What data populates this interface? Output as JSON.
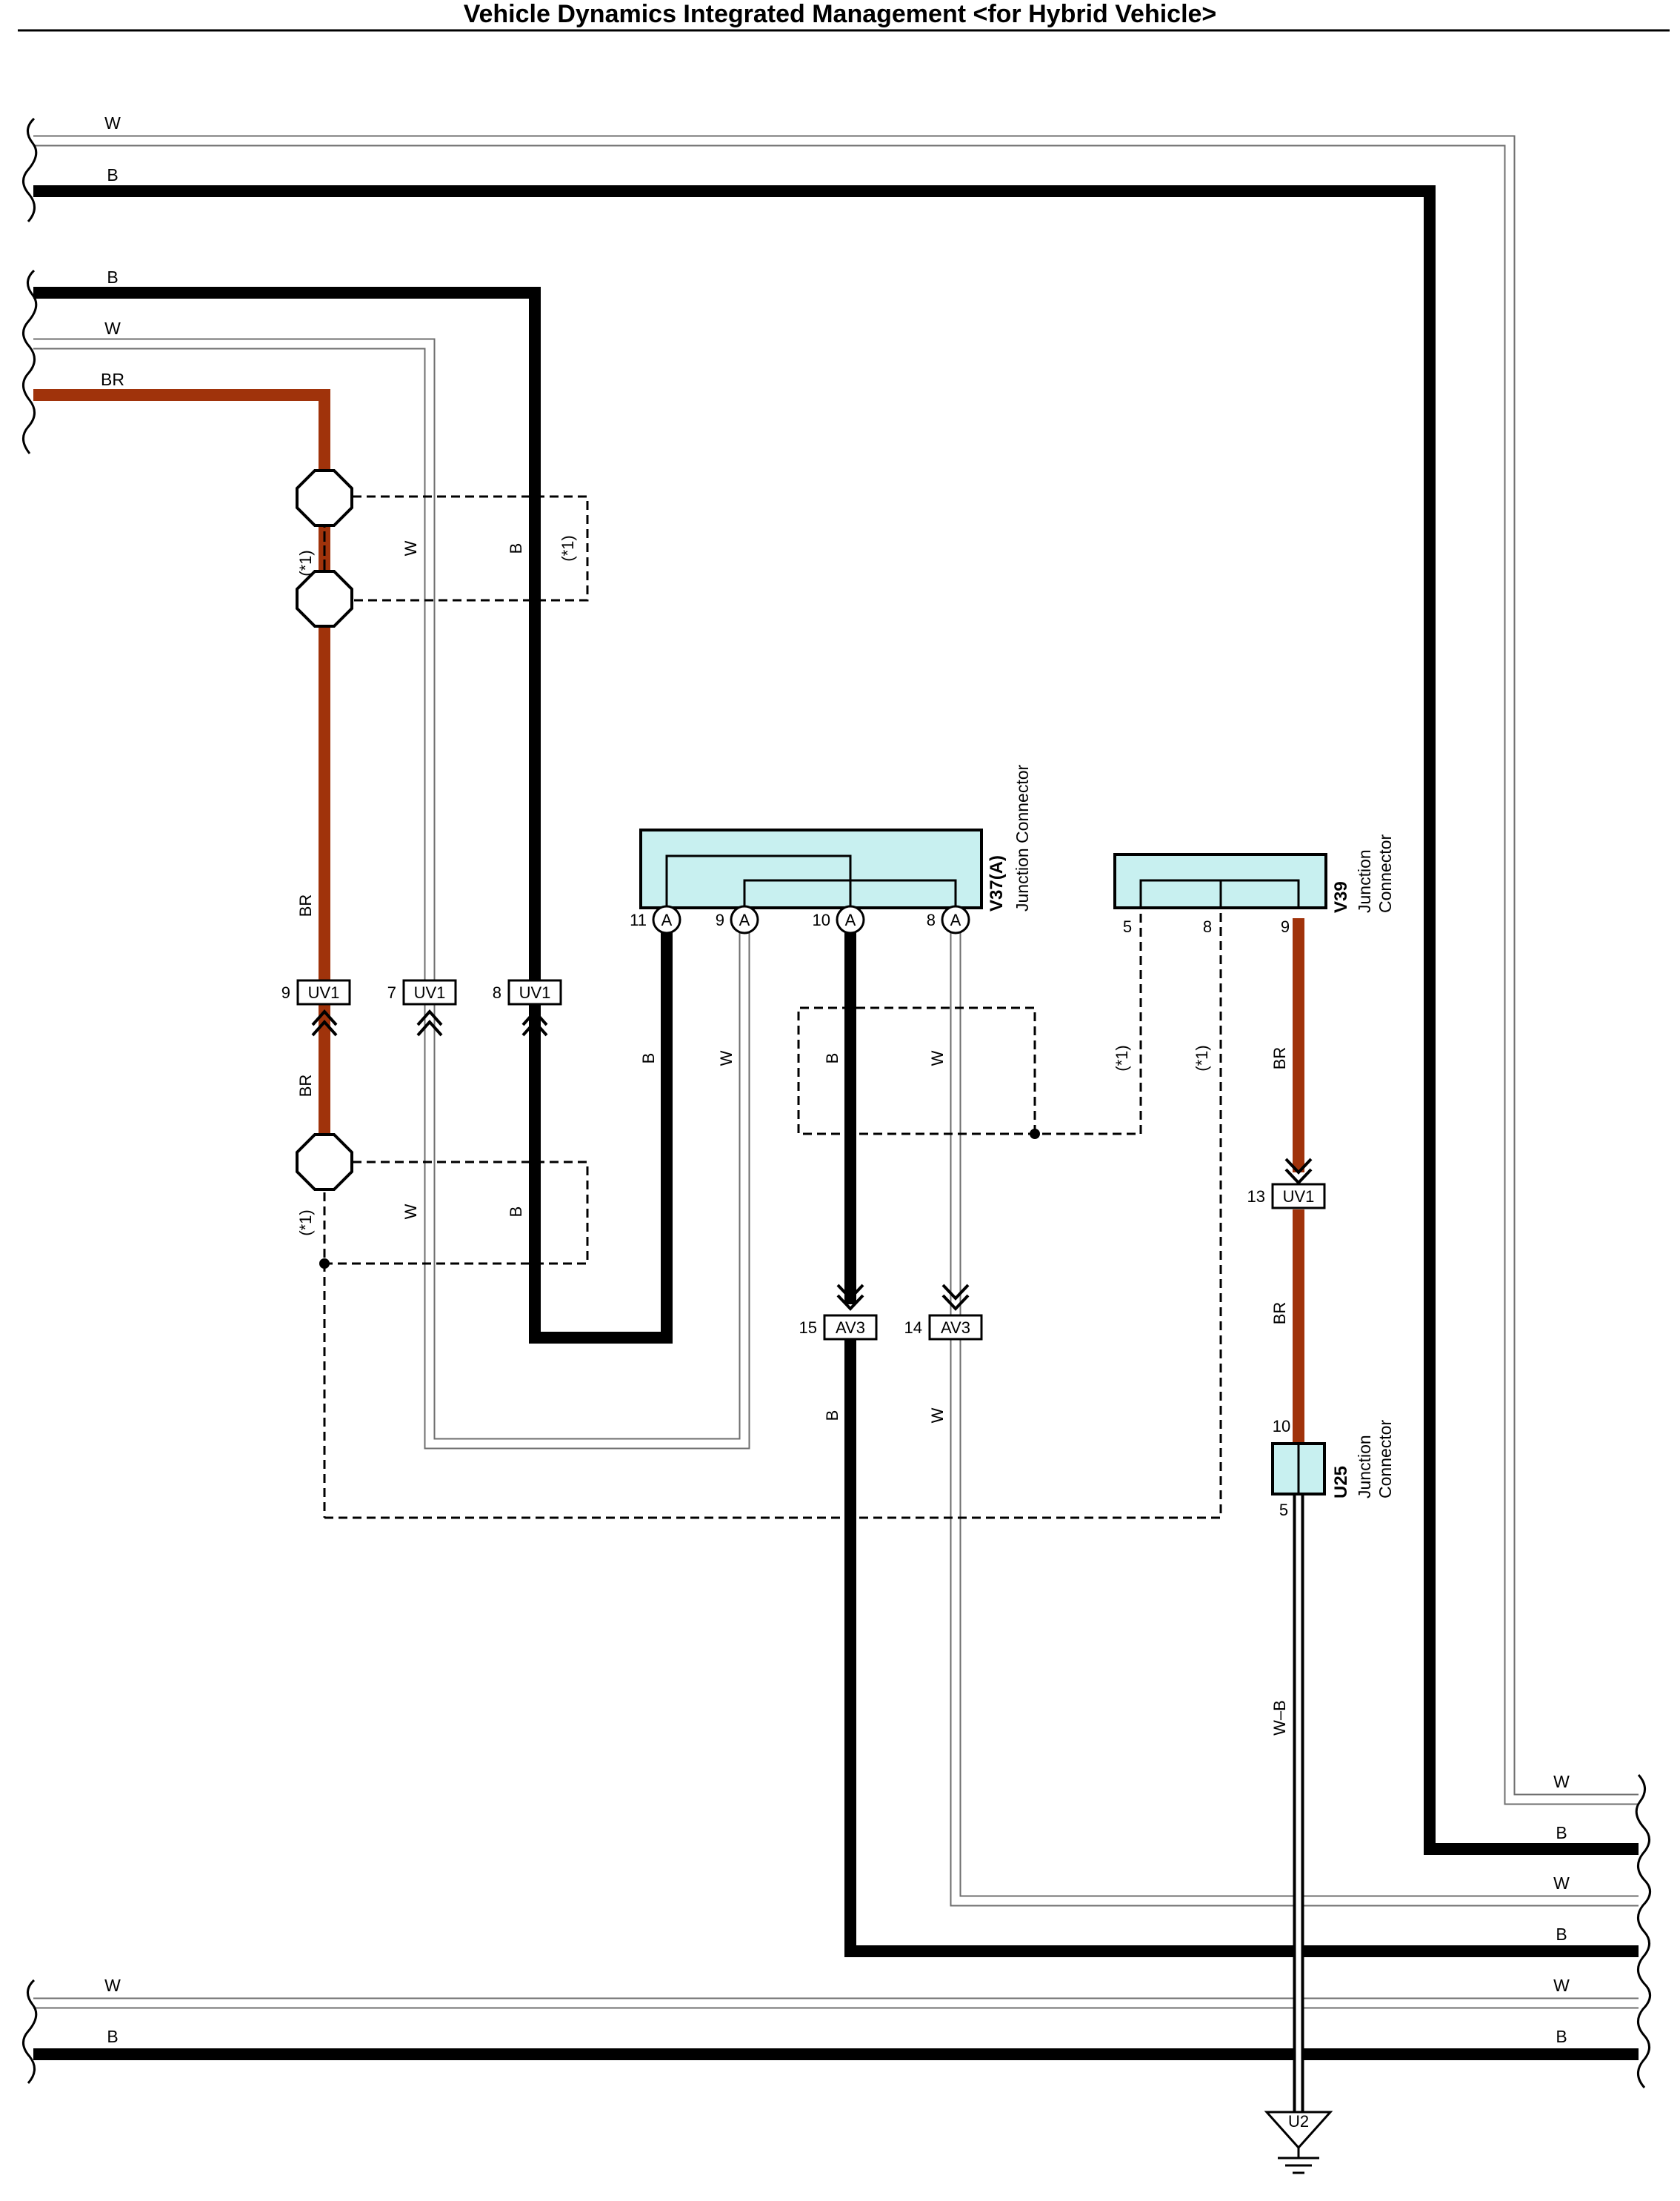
{
  "title": "Vehicle Dynamics Integrated Management <for Hybrid Vehicle>",
  "colors": {
    "black_wire": "#000000",
    "white_wire": "#ffffff",
    "brown_wire": "#a0330b",
    "connector_fill": "#c8f0f0"
  },
  "wire_colors": {
    "W": "W",
    "B": "B",
    "BR": "BR",
    "WB": "W–B"
  },
  "shield_note": "(*1)",
  "in_line_connectors": {
    "uv1": {
      "code": "UV1",
      "pins": [
        "9",
        "7",
        "8",
        "13"
      ]
    },
    "av3": {
      "code": "AV3",
      "pins": [
        "15",
        "14"
      ]
    }
  },
  "junction_connectors": {
    "v37": {
      "name": "V37(A)",
      "desc": "Junction Connector",
      "terminal": "A",
      "pins": [
        "11",
        "9",
        "10",
        "8"
      ]
    },
    "v39": {
      "name": "V39",
      "desc1": "Junction",
      "desc2": "Connector",
      "pins": [
        "5",
        "8",
        "9"
      ]
    },
    "u25": {
      "name": "U25",
      "desc1": "Junction",
      "desc2": "Connector",
      "pins": [
        "10",
        "5"
      ]
    }
  },
  "ground": {
    "code": "U2"
  }
}
